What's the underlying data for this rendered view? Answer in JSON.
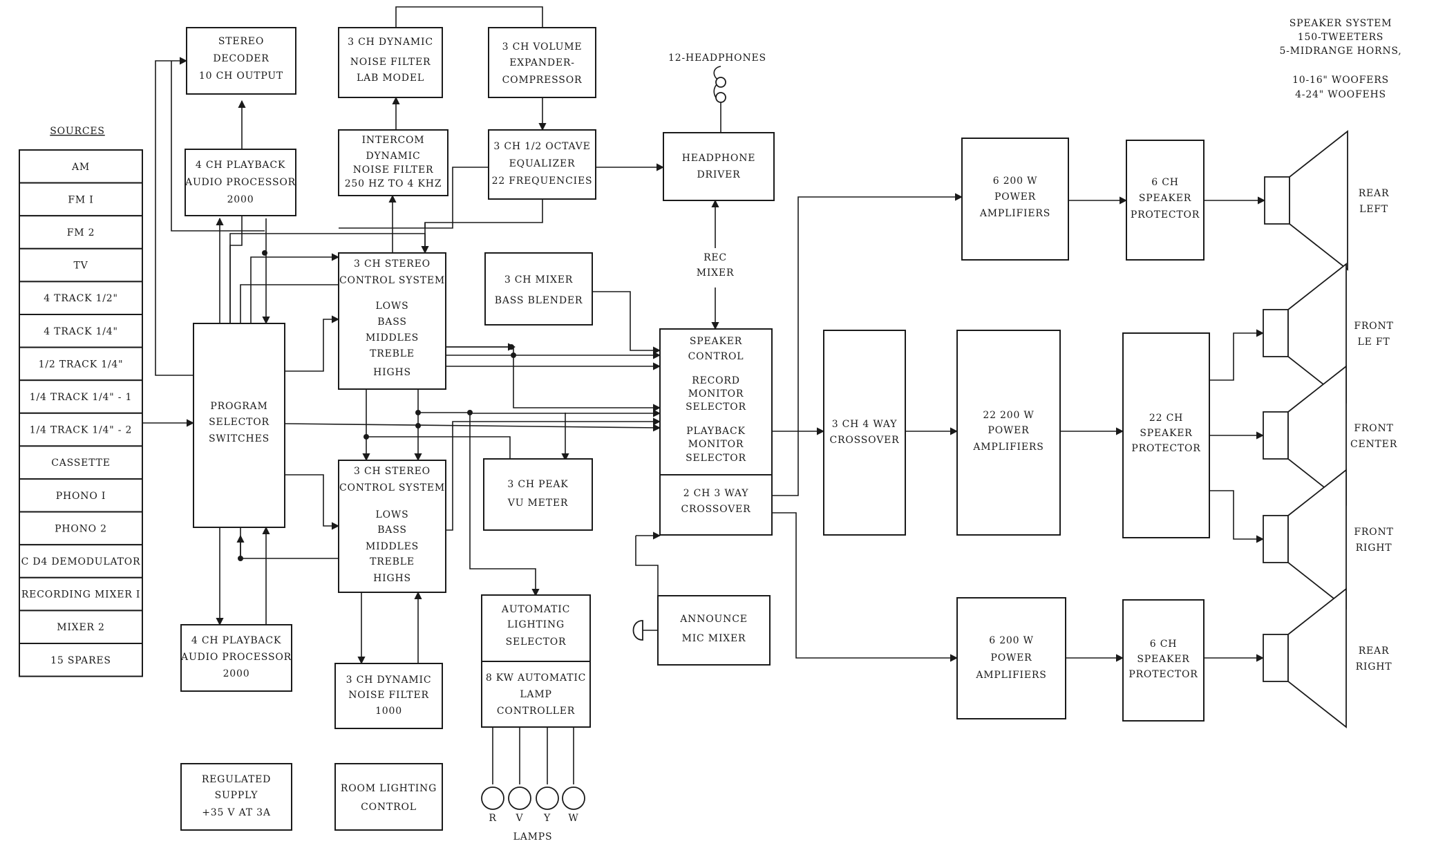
{
  "speaker_system": {
    "lines": [
      "SPEAKER SYSTEM",
      "150-TWEETERS",
      "5-MIDRANGE HORNS,",
      "10-16\" WOOFERS",
      "4-24\" WOOFEHS"
    ]
  },
  "sources": {
    "title": "SOURCES",
    "items": [
      "AM",
      "FM I",
      "FM 2",
      "TV",
      "4 TRACK 1/2\"",
      "4 TRACK 1/4\"",
      "1/2 TRACK 1/4\"",
      "1/4 TRACK 1/4\" - 1",
      "1/4 TRACK 1/4\" - 2",
      "CASSETTE",
      "PHONO I",
      "PHONO 2",
      "C D4 DEMODULATOR",
      "RECORDING MIXER I",
      "MIXER 2",
      "15 SPARES"
    ]
  },
  "blocks": {
    "stereo_decoder": [
      "STEREO",
      "DECODER",
      "10 CH OUTPUT"
    ],
    "playback_top": [
      "4 CH PLAYBACK",
      "AUDIO PROCESSOR",
      "2000"
    ],
    "program_selector": [
      "PROGRAM",
      "SELECTOR",
      "SWITCHES"
    ],
    "playback_bottom": [
      "4 CH PLAYBACK",
      "AUDIO PROCESSOR",
      "2000"
    ],
    "regulated_supply": [
      "REGULATED",
      "SUPPLY",
      "+35 V AT 3A"
    ],
    "dyn_filter_lab": [
      "3 CH DYNAMIC",
      "NOISE FILTER",
      "LAB MODEL"
    ],
    "intercom_filter": [
      "INTERCOM",
      "DYNAMIC",
      "NOISE FILTER",
      "250 HZ TO 4 KHZ"
    ],
    "stereo_ctrl_top": [
      "3 CH STEREO",
      "CONTROL SYSTEM",
      "LOWS",
      "BASS",
      "MIDDLES",
      "TREBLE",
      "HIGHS"
    ],
    "stereo_ctrl_bottom": [
      "3 CH STEREO",
      "CONTROL SYSTEM",
      "LOWS",
      "BASS",
      "MIDDLES",
      "TREBLE",
      "HIGHS"
    ],
    "dyn_filter_1000": [
      "3 CH DYNAMIC",
      "NOISE FILTER",
      "1000"
    ],
    "room_lighting": [
      "ROOM LIGHTING",
      "CONTROL"
    ],
    "volume_expander": [
      "3 CH VOLUME",
      "EXPANDER-",
      "COMPRESSOR"
    ],
    "octave_eq": [
      "3 CH 1/2 OCTAVE",
      "EQUALIZER",
      "22 FREQUENCIES"
    ],
    "mixer_bass": [
      "3 CH MIXER",
      "BASS BLENDER"
    ],
    "peak_vu": [
      "3 CH PEAK",
      "VU METER"
    ],
    "auto_lighting": [
      "AUTOMATIC",
      "LIGHTING",
      "SELECTOR"
    ],
    "lamp_controller": [
      "8 KW AUTOMATIC",
      "LAMP",
      "CONTROLLER"
    ],
    "headphone_driver": [
      "HEADPHONE",
      "DRIVER"
    ],
    "speaker_control": [
      "SPEAKER",
      "CONTROL",
      "RECORD",
      "MONITOR",
      "SELECTOR",
      "PLAYBACK",
      "MONITOR",
      "SELECTOR"
    ],
    "crossover_2ch": [
      "2 CH 3 WAY",
      "CROSSOVER"
    ],
    "announce_mic": [
      "ANNOUNCE",
      "MIC MIXER"
    ],
    "crossover_3ch": [
      "3 CH 4 WAY",
      "CROSSOVER"
    ],
    "amp_rear_left": [
      "6 200 W",
      "POWER",
      "AMPLIFIERS"
    ],
    "amp_front": [
      "22 200 W",
      "POWER",
      "AMPLIFIERS"
    ],
    "amp_rear_right": [
      "6 200 W",
      "POWER",
      "AMPLIFIERS"
    ],
    "protector_rear_left": [
      "6 CH",
      "SPEAKER",
      "PROTECTOR"
    ],
    "protector_front": [
      "22 CH",
      "SPEAKER",
      "PROTECTOR"
    ],
    "protector_rear_right": [
      "6 CH",
      "SPEAKER",
      "PROTECTOR"
    ]
  },
  "labels": {
    "headphones": "12-HEADPHONES",
    "rec_mixer": [
      "REC",
      "MIXER"
    ],
    "lamps": "LAMPS",
    "lamp_letters": [
      "R",
      "V",
      "Y",
      "W"
    ]
  },
  "speakers": {
    "rear_left": [
      "REAR",
      "LEFT"
    ],
    "front_left": [
      "FRONT",
      "LE FT"
    ],
    "front_center": [
      "FRONT",
      "CENTER"
    ],
    "front_right": [
      "FRONT",
      "RIGHT"
    ],
    "rear_right": [
      "REAR",
      "RIGHT"
    ]
  }
}
